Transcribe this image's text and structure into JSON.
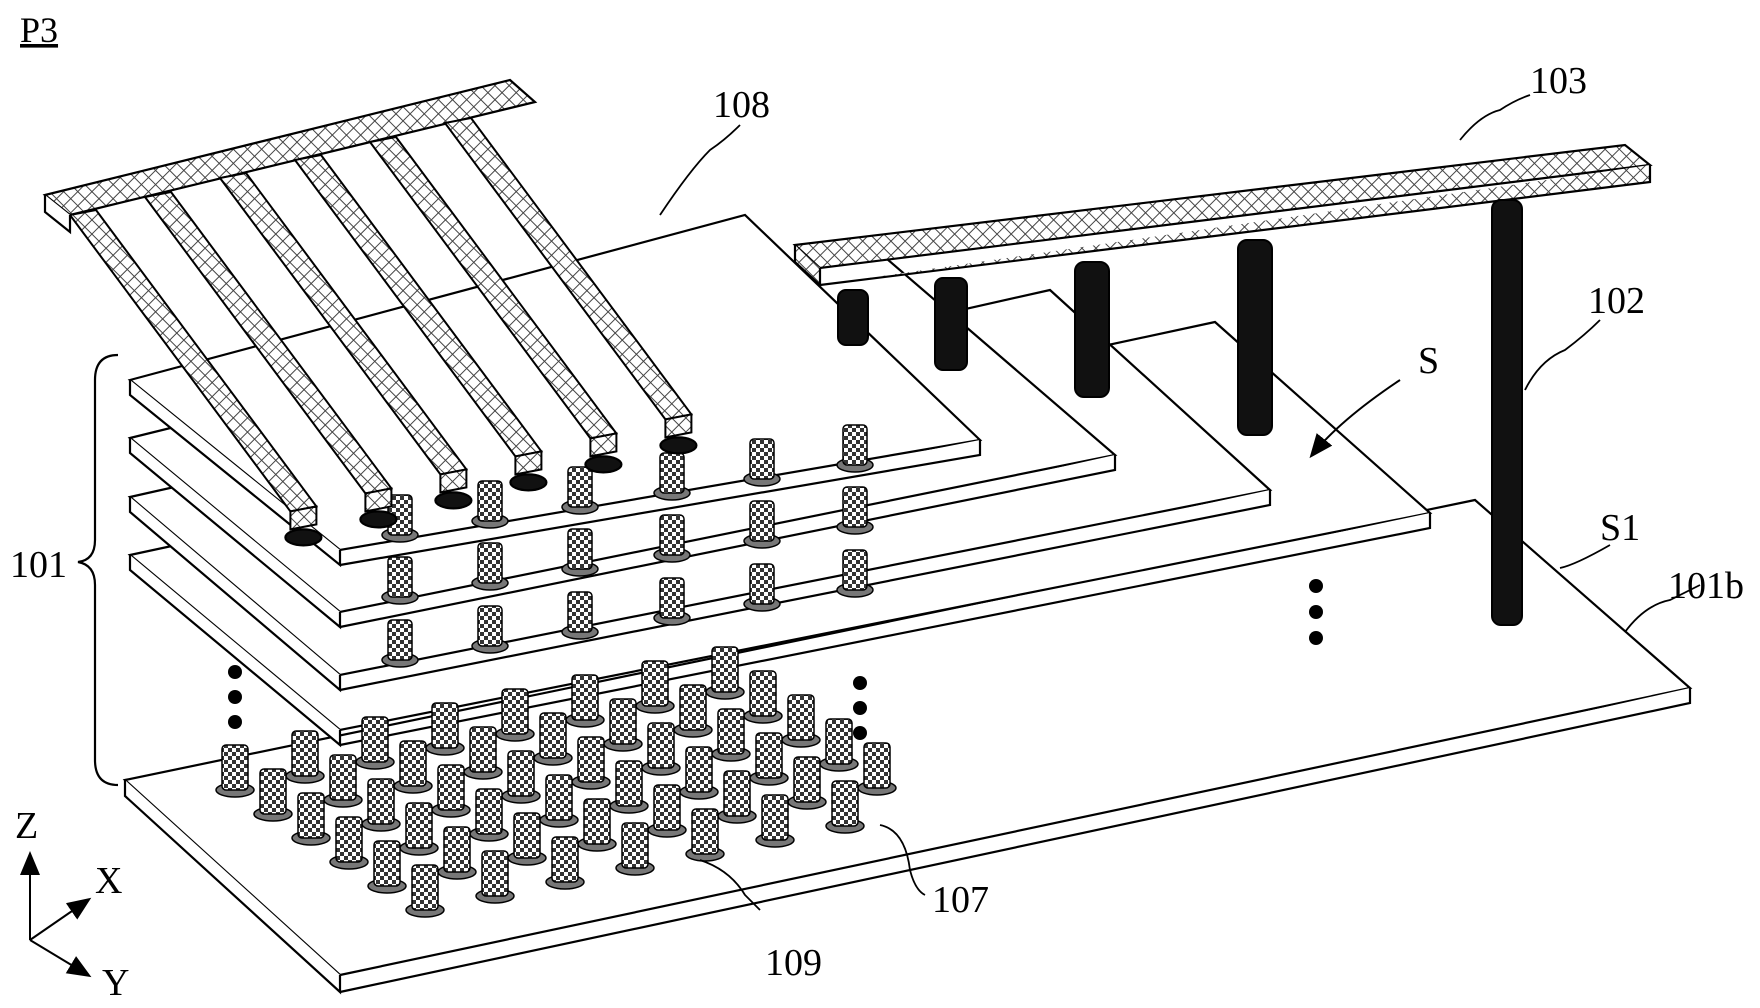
{
  "figure_label": "P3",
  "labels": {
    "ref_108": "108",
    "ref_103": "103",
    "ref_102": "102",
    "ref_101": "101",
    "ref_101b": "101b",
    "ref_S": "S",
    "ref_S1": "S1",
    "ref_107": "107",
    "ref_109": "109"
  },
  "axes": {
    "z": "Z",
    "x": "X",
    "y": "Y"
  },
  "colors": {
    "line": "#000000",
    "plate_fill": "#ffffff",
    "pillar_dark": "#111111",
    "checker_dark": "#333333",
    "checker_light": "#ffffff"
  }
}
